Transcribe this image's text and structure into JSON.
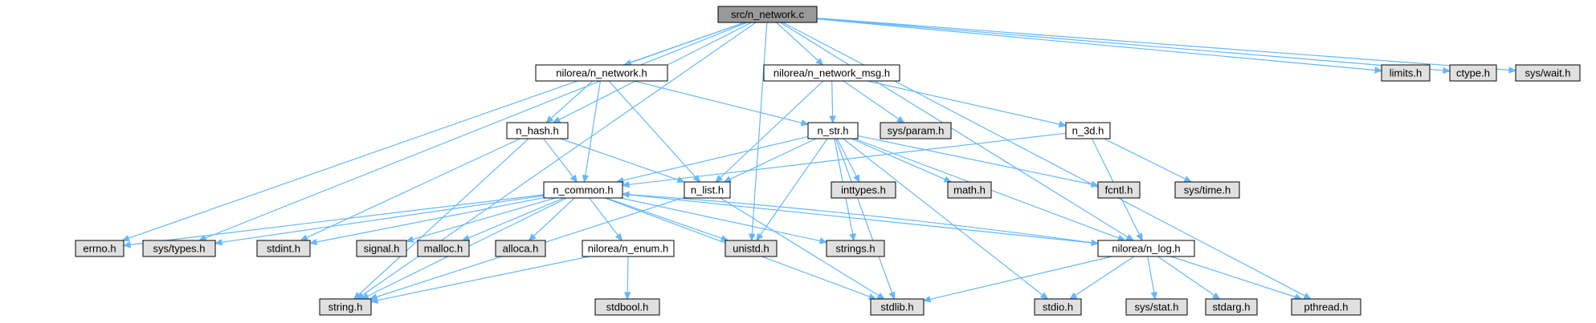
{
  "graph": {
    "colors": {
      "root_fill": "#999999",
      "local_fill": "#ffffff",
      "system_fill": "#e0e0e0",
      "border": "#000000",
      "edge": "#63b8ff"
    },
    "nodes": [
      {
        "id": "n_network_c",
        "label": "src/n_network.c",
        "kind": "root"
      },
      {
        "id": "n_network_h",
        "label": "nilorea/n_network.h",
        "kind": "local"
      },
      {
        "id": "n_network_msg_h",
        "label": "nilorea/n_network_msg.h",
        "kind": "local"
      },
      {
        "id": "limits_h",
        "label": "limits.h",
        "kind": "system"
      },
      {
        "id": "ctype_h",
        "label": "ctype.h",
        "kind": "system"
      },
      {
        "id": "sys_wait_h",
        "label": "sys/wait.h",
        "kind": "system"
      },
      {
        "id": "n_hash_h",
        "label": "n_hash.h",
        "kind": "local"
      },
      {
        "id": "n_str_h",
        "label": "n_str.h",
        "kind": "local"
      },
      {
        "id": "sys_param_h",
        "label": "sys/param.h",
        "kind": "system"
      },
      {
        "id": "n_3d_h",
        "label": "n_3d.h",
        "kind": "local"
      },
      {
        "id": "n_common_h",
        "label": "n_common.h",
        "kind": "local"
      },
      {
        "id": "n_list_h",
        "label": "n_list.h",
        "kind": "local"
      },
      {
        "id": "inttypes_h",
        "label": "inttypes.h",
        "kind": "system"
      },
      {
        "id": "math_h",
        "label": "math.h",
        "kind": "system"
      },
      {
        "id": "fcntl_h",
        "label": "fcntl.h",
        "kind": "system"
      },
      {
        "id": "sys_time_h",
        "label": "sys/time.h",
        "kind": "system"
      },
      {
        "id": "errno_h",
        "label": "errno.h",
        "kind": "system"
      },
      {
        "id": "sys_types_h",
        "label": "sys/types.h",
        "kind": "system"
      },
      {
        "id": "stdint_h",
        "label": "stdint.h",
        "kind": "system"
      },
      {
        "id": "signal_h",
        "label": "signal.h",
        "kind": "system"
      },
      {
        "id": "malloc_h",
        "label": "malloc.h",
        "kind": "system"
      },
      {
        "id": "alloca_h",
        "label": "alloca.h",
        "kind": "system"
      },
      {
        "id": "unistd_h",
        "label": "unistd.h",
        "kind": "system"
      },
      {
        "id": "strings_h",
        "label": "strings.h",
        "kind": "system"
      },
      {
        "id": "n_log_h",
        "label": "nilorea/n_log.h",
        "kind": "local"
      },
      {
        "id": "n_enum_h",
        "label": "nilorea/n_enum.h",
        "kind": "local"
      },
      {
        "id": "string_h",
        "label": "string.h",
        "kind": "system"
      },
      {
        "id": "stdbool_h",
        "label": "stdbool.h",
        "kind": "system"
      },
      {
        "id": "stdlib_h",
        "label": "stdlib.h",
        "kind": "system"
      },
      {
        "id": "stdio_h",
        "label": "stdio.h",
        "kind": "system"
      },
      {
        "id": "sys_stat_h",
        "label": "sys/stat.h",
        "kind": "system"
      },
      {
        "id": "stdarg_h",
        "label": "stdarg.h",
        "kind": "system"
      },
      {
        "id": "pthread_h",
        "label": "pthread.h",
        "kind": "system"
      }
    ],
    "edges": [
      [
        "n_network_c",
        "n_network_h"
      ],
      [
        "n_network_c",
        "n_network_msg_h"
      ],
      [
        "n_network_c",
        "limits_h"
      ],
      [
        "n_network_c",
        "ctype_h"
      ],
      [
        "n_network_c",
        "sys_wait_h"
      ],
      [
        "n_network_c",
        "n_hash_h"
      ],
      [
        "n_network_c",
        "errno_h"
      ],
      [
        "n_network_c",
        "sys_types_h"
      ],
      [
        "n_network_c",
        "unistd_h"
      ],
      [
        "n_network_c",
        "string_h"
      ],
      [
        "n_network_c",
        "n_log_h"
      ],
      [
        "n_network_c",
        "pthread_h"
      ],
      [
        "n_network_h",
        "n_hash_h"
      ],
      [
        "n_network_h",
        "n_common_h"
      ],
      [
        "n_network_h",
        "n_list_h"
      ],
      [
        "n_network_h",
        "n_str_h"
      ],
      [
        "n_network_msg_h",
        "n_list_h"
      ],
      [
        "n_network_msg_h",
        "n_str_h"
      ],
      [
        "n_network_msg_h",
        "sys_param_h"
      ],
      [
        "n_network_msg_h",
        "n_3d_h"
      ],
      [
        "n_hash_h",
        "n_common_h"
      ],
      [
        "n_hash_h",
        "n_list_h"
      ],
      [
        "n_hash_h",
        "stdint_h"
      ],
      [
        "n_hash_h",
        "string_h"
      ],
      [
        "n_str_h",
        "n_common_h"
      ],
      [
        "n_str_h",
        "n_list_h"
      ],
      [
        "n_str_h",
        "inttypes_h"
      ],
      [
        "n_str_h",
        "math_h"
      ],
      [
        "n_str_h",
        "fcntl_h"
      ],
      [
        "n_str_h",
        "unistd_h"
      ],
      [
        "n_str_h",
        "strings_h"
      ],
      [
        "n_str_h",
        "stdlib_h"
      ],
      [
        "n_str_h",
        "stdio_h"
      ],
      [
        "n_str_h",
        "n_log_h"
      ],
      [
        "n_3d_h",
        "n_common_h"
      ],
      [
        "n_3d_h",
        "sys_time_h"
      ],
      [
        "n_3d_h",
        "n_log_h"
      ],
      [
        "n_common_h",
        "errno_h"
      ],
      [
        "n_common_h",
        "sys_types_h"
      ],
      [
        "n_common_h",
        "stdint_h"
      ],
      [
        "n_common_h",
        "signal_h"
      ],
      [
        "n_common_h",
        "malloc_h"
      ],
      [
        "n_common_h",
        "alloca_h"
      ],
      [
        "n_common_h",
        "n_enum_h"
      ],
      [
        "n_common_h",
        "unistd_h"
      ],
      [
        "n_common_h",
        "strings_h"
      ],
      [
        "n_common_h",
        "n_log_h"
      ],
      [
        "n_common_h",
        "string_h"
      ],
      [
        "n_common_h",
        "stdlib_h"
      ],
      [
        "n_list_h",
        "stdlib_h"
      ],
      [
        "n_list_h",
        "string_h"
      ],
      [
        "n_log_h",
        "n_common_h"
      ],
      [
        "n_log_h",
        "stdlib_h"
      ],
      [
        "n_log_h",
        "stdio_h"
      ],
      [
        "n_log_h",
        "sys_stat_h"
      ],
      [
        "n_log_h",
        "stdarg_h"
      ],
      [
        "n_log_h",
        "pthread_h"
      ],
      [
        "n_enum_h",
        "string_h"
      ],
      [
        "n_enum_h",
        "stdbool_h"
      ]
    ]
  }
}
